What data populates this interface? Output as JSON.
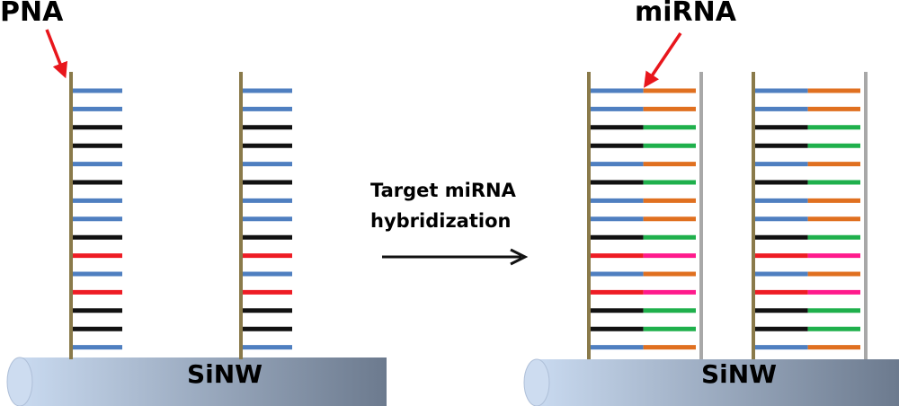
{
  "labels": {
    "pna": "PNA",
    "mirna": "miRNA",
    "step_line1": "Target miRNA",
    "step_line2": "hybridization",
    "nanowire_left": "SiNW",
    "nanowire_right": "SiNW"
  },
  "colors": {
    "backbone_pna": "#8a7a4a",
    "backbone_mirna": "#a8a8a8",
    "nanowire_light": "#c9daf0",
    "nanowire_dark": "#6c7a8e",
    "arrow": "#e8161c",
    "base_blue": "#4f7fc0",
    "base_black": "#111111",
    "base_red": "#ee1c24",
    "base_orange": "#e07020",
    "base_green": "#1fb04c",
    "base_pink": "#ff1a8c"
  },
  "pna_bases": [
    "blue",
    "blue",
    "black",
    "black",
    "blue",
    "black",
    "blue",
    "blue",
    "black",
    "red",
    "blue",
    "red",
    "black",
    "black",
    "blue"
  ],
  "mirna_bases": [
    "orange",
    "orange",
    "green",
    "green",
    "orange",
    "green",
    "orange",
    "orange",
    "green",
    "pink",
    "orange",
    "pink",
    "green",
    "green",
    "orange"
  ]
}
